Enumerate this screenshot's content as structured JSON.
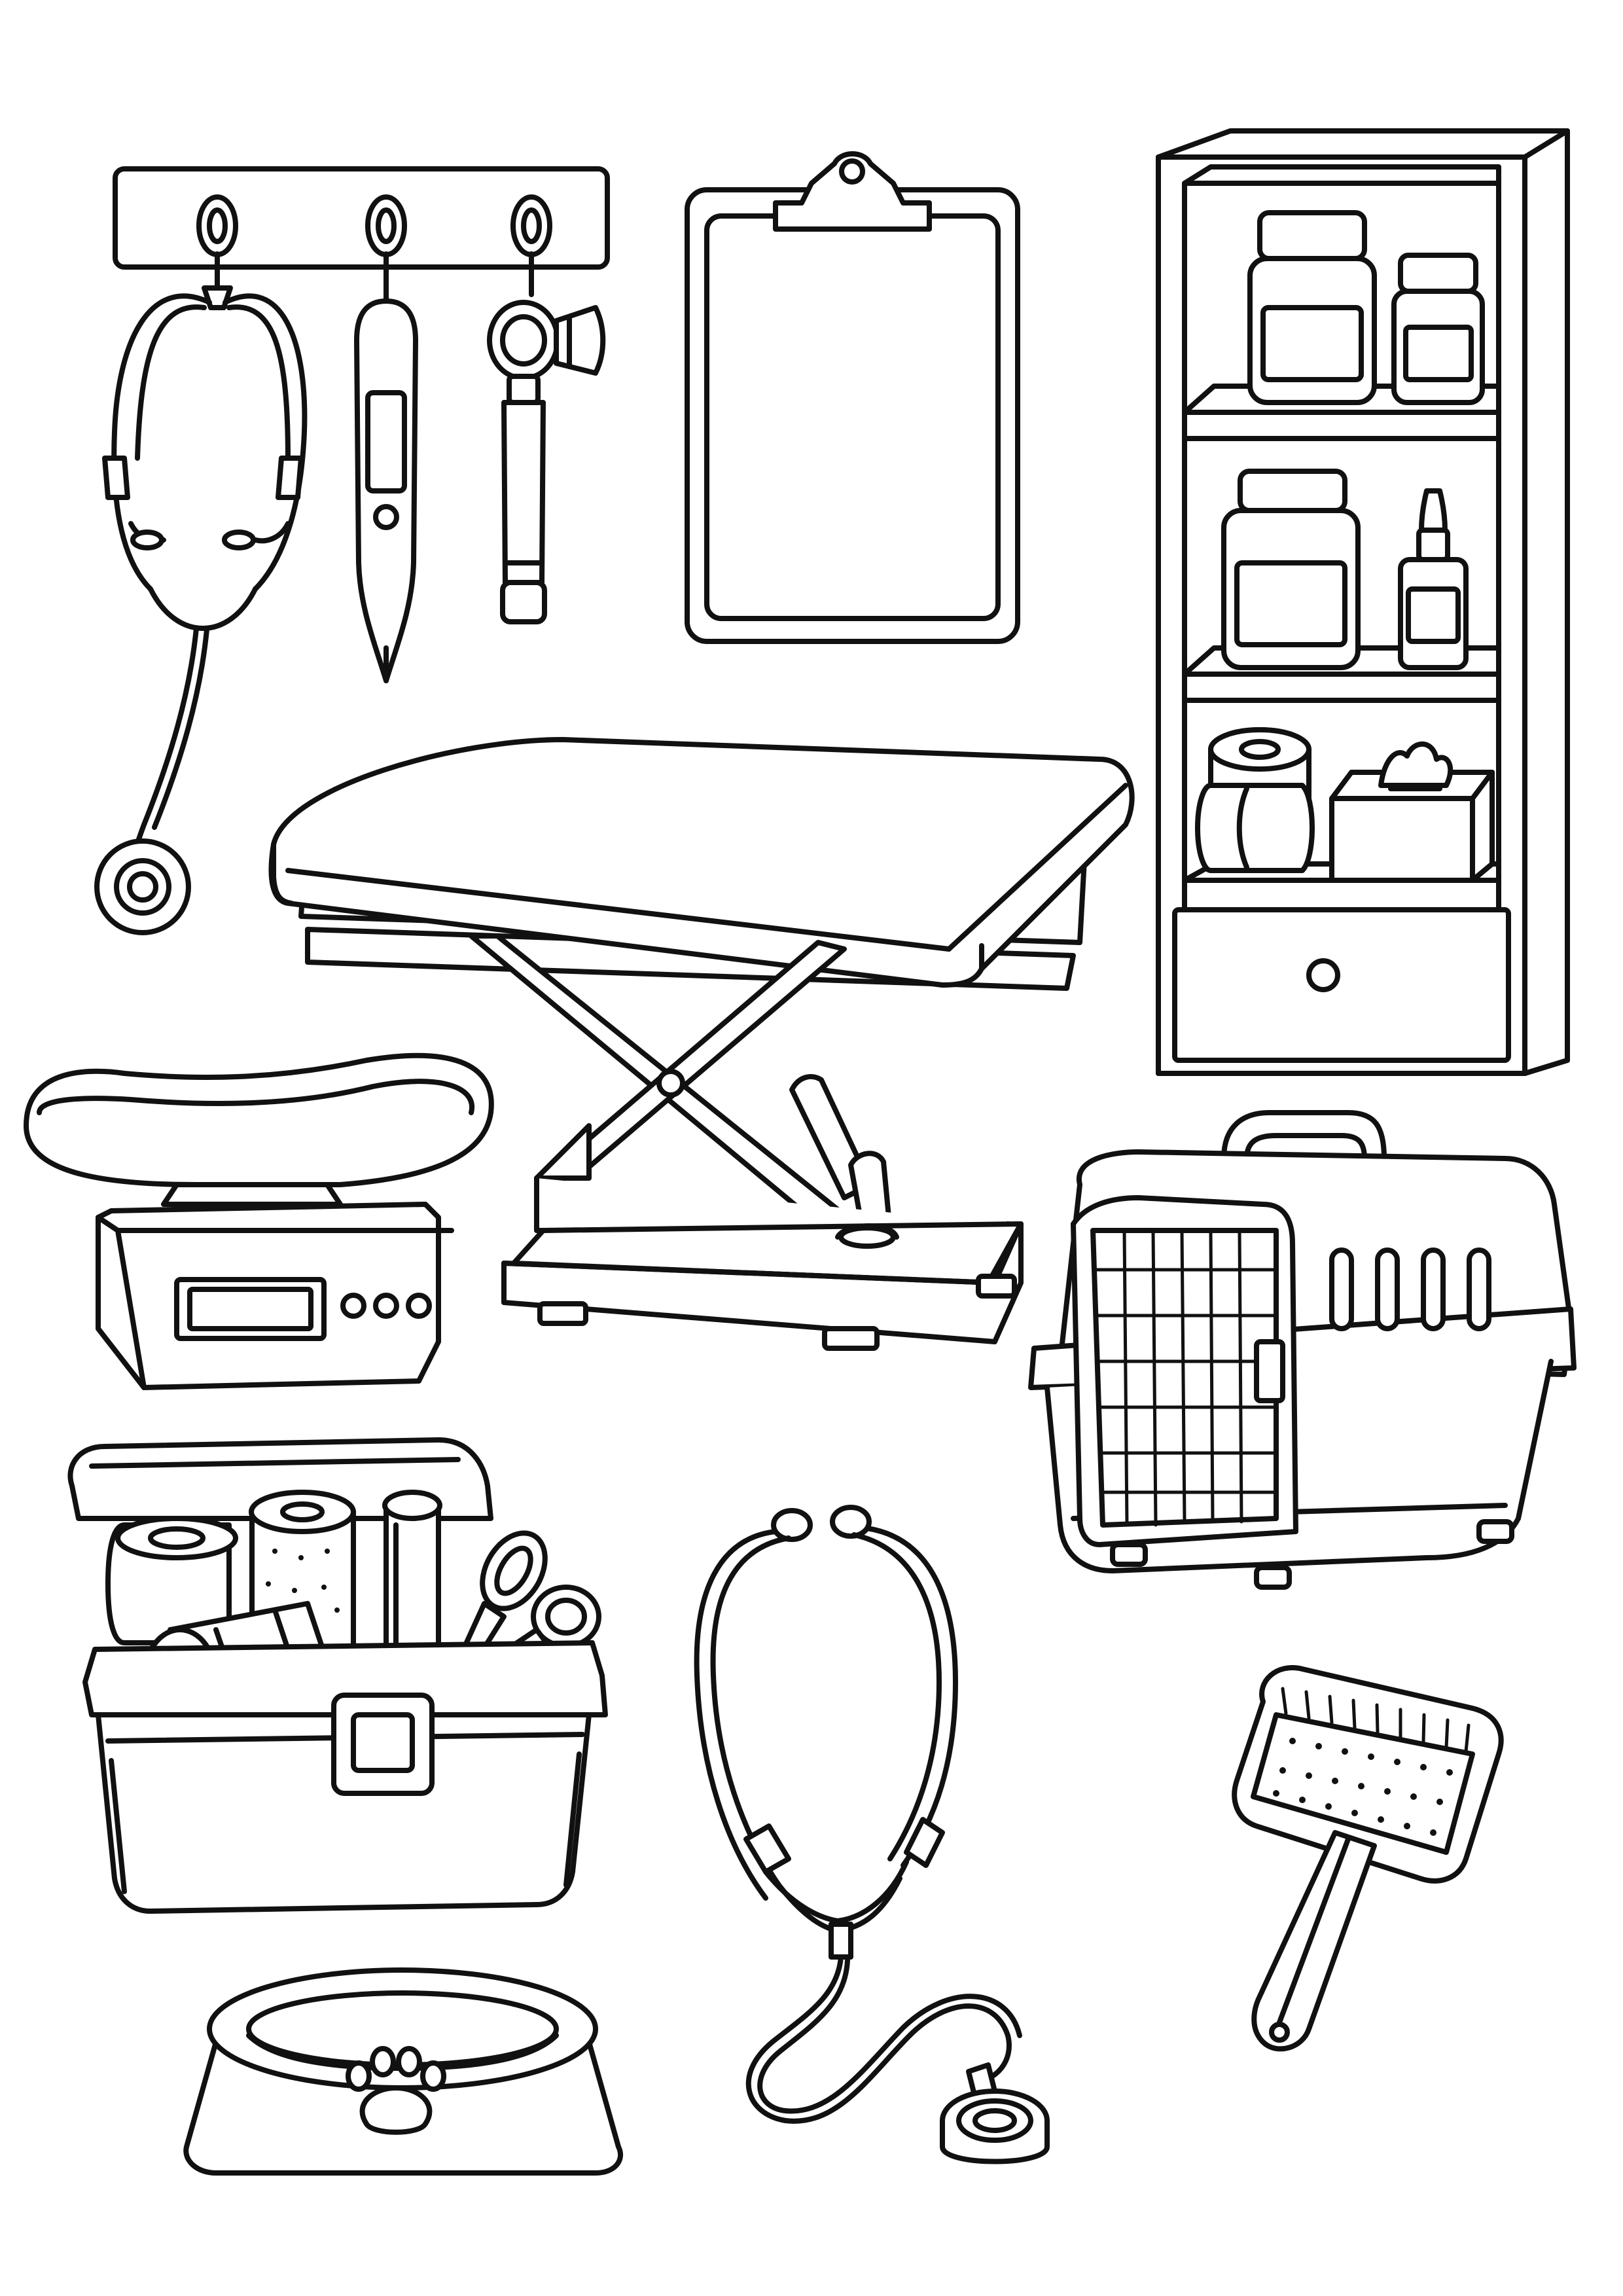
{
  "page": {
    "style": "black-and-white line-art coloring page",
    "background_color": "#ffffff",
    "line_color": "#111111"
  },
  "items": [
    {
      "name": "wall-hook-rack",
      "icon": "hook-rack-icon"
    },
    {
      "name": "hanging-stethoscope",
      "icon": "stethoscope-icon"
    },
    {
      "name": "digital-thermometer",
      "icon": "thermometer-icon"
    },
    {
      "name": "otoscope",
      "icon": "otoscope-icon"
    },
    {
      "name": "clipboard",
      "icon": "clipboard-icon"
    },
    {
      "name": "medicine-cabinet",
      "icon": "cabinet-icon"
    },
    {
      "name": "exam-table",
      "icon": "exam-table-icon"
    },
    {
      "name": "pet-scale",
      "icon": "scale-icon"
    },
    {
      "name": "pet-carrier",
      "icon": "pet-carrier-icon"
    },
    {
      "name": "first-aid-box",
      "icon": "first-aid-box-icon"
    },
    {
      "name": "stethoscope",
      "icon": "stethoscope-icon"
    },
    {
      "name": "slicker-brush",
      "icon": "brush-icon"
    },
    {
      "name": "pet-bowl",
      "icon": "paw-bowl-icon"
    }
  ]
}
